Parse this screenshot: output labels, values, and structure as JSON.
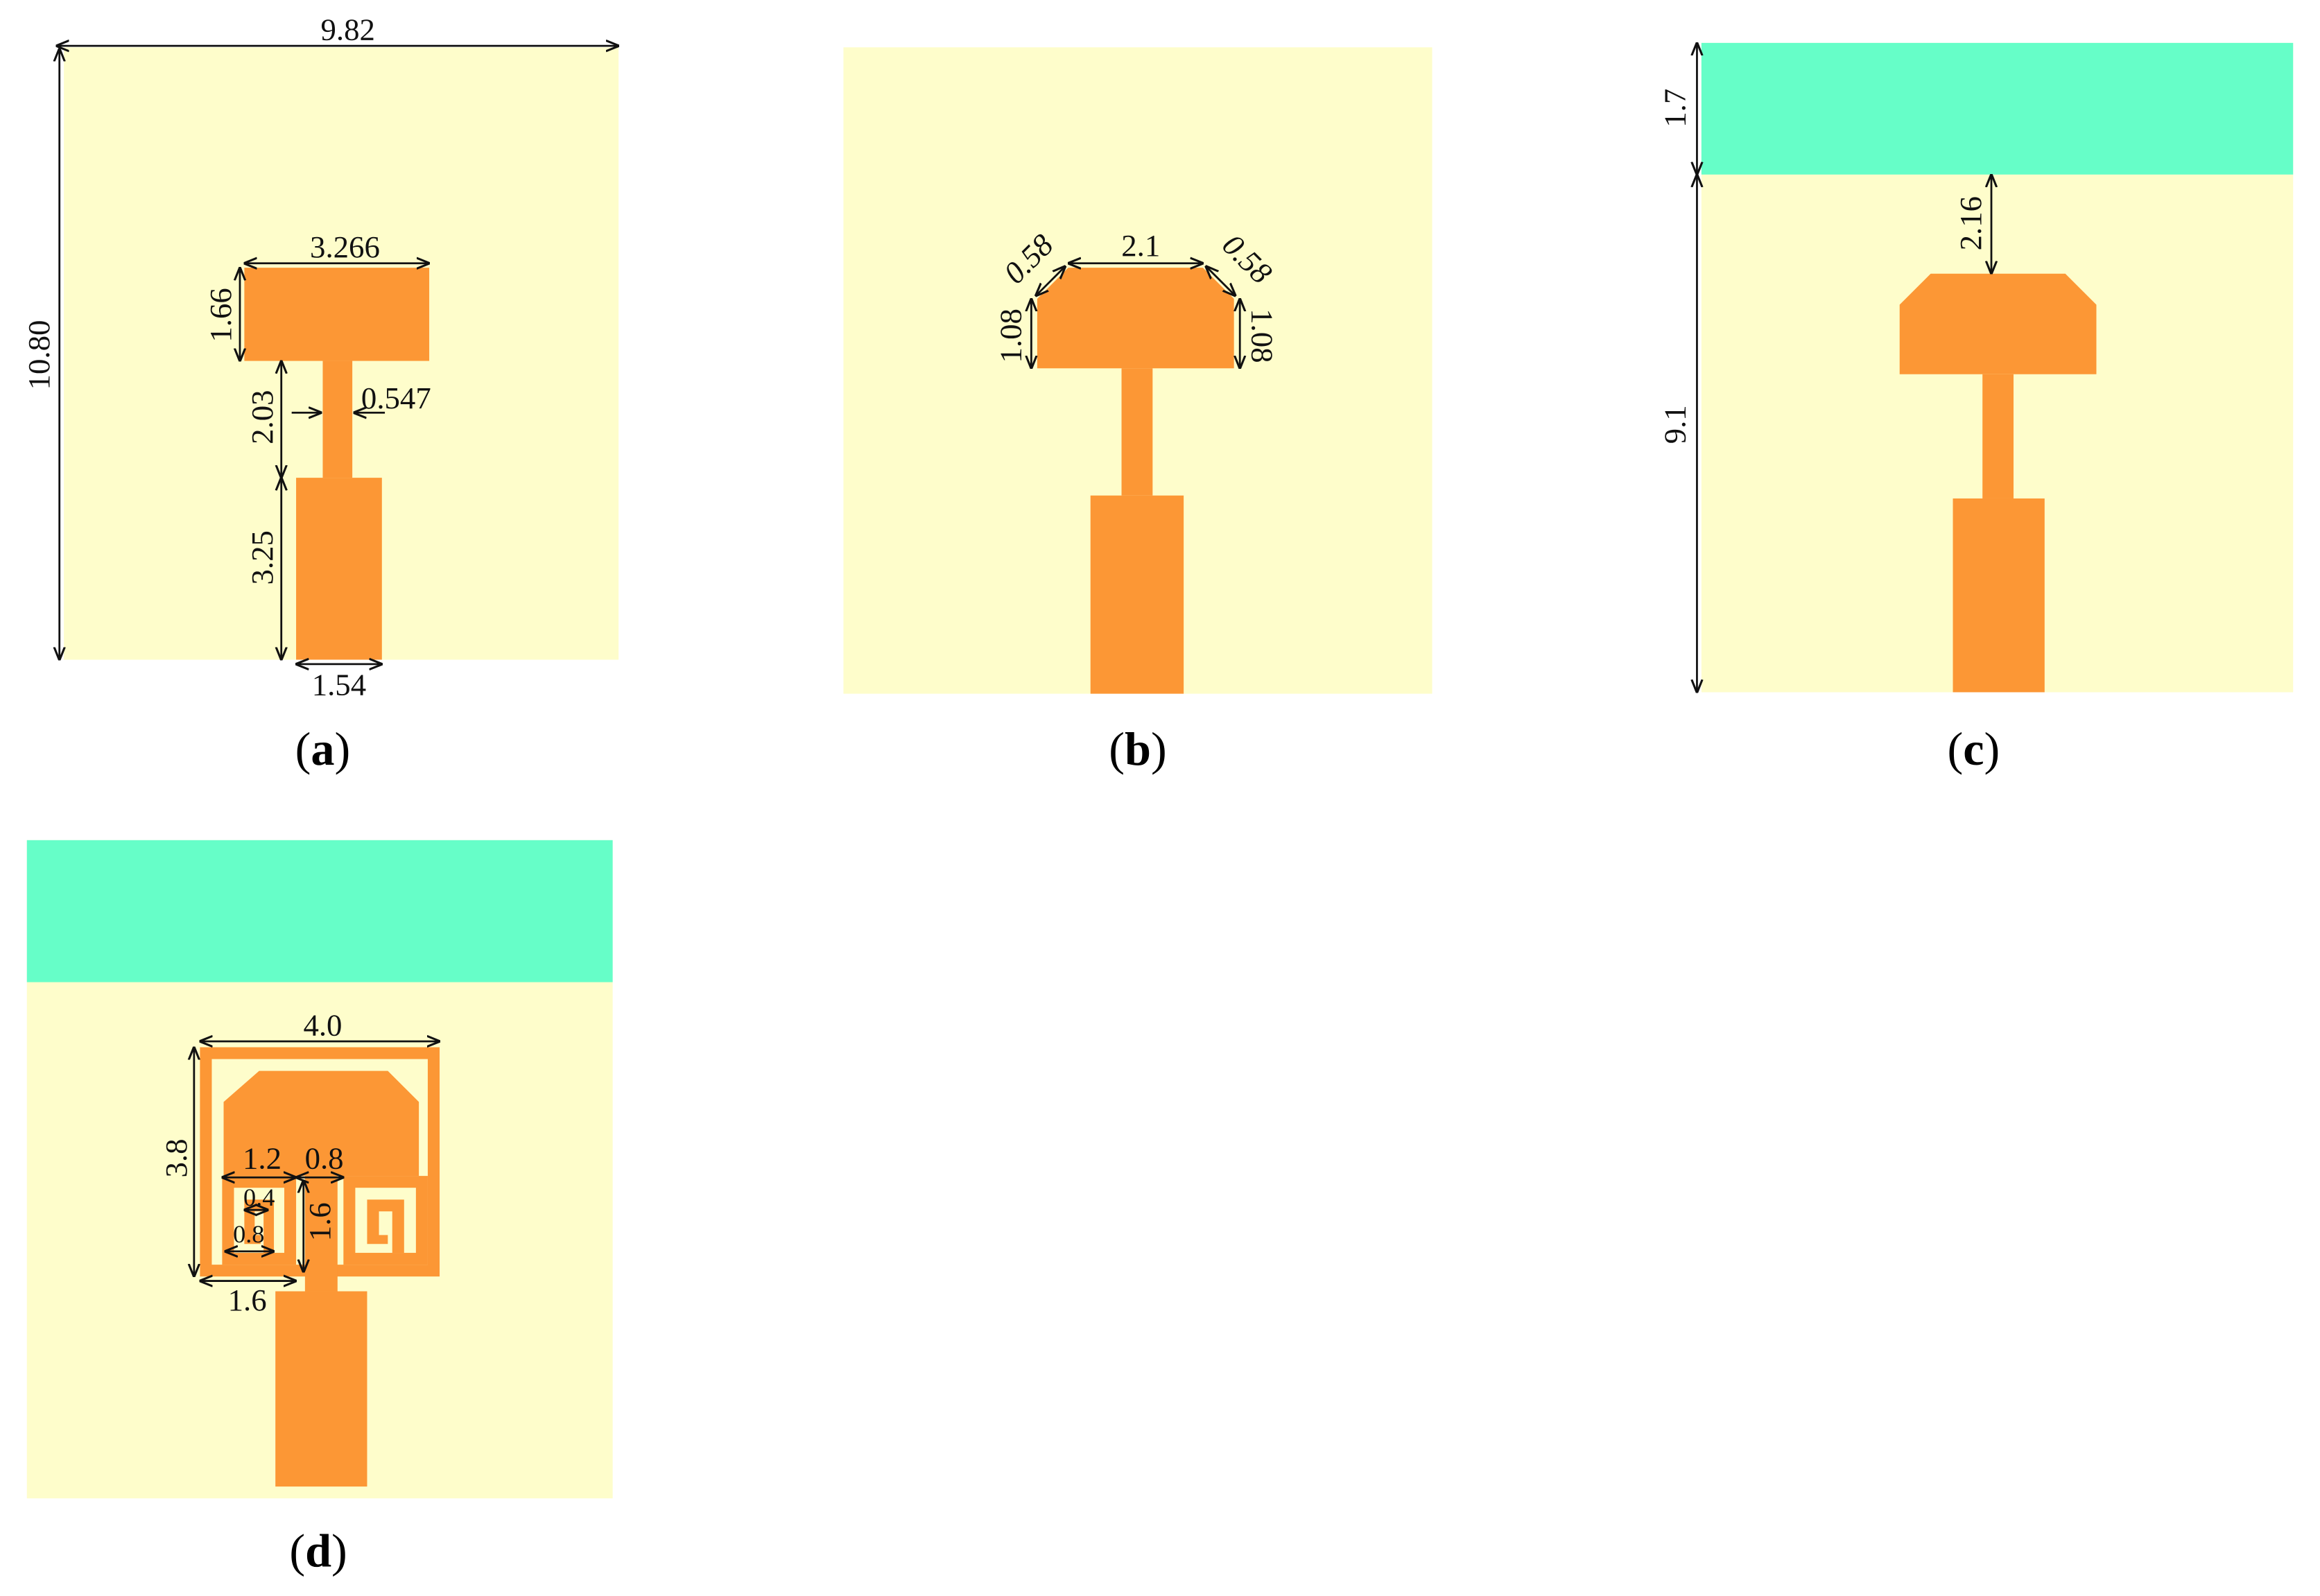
{
  "colors": {
    "substrate": "#fefdcb",
    "patch": "#fc9735",
    "ground": "#66fec8",
    "slot": "#fefdcb",
    "dimension_line": "#111111"
  },
  "panels": [
    {
      "id": "a",
      "caption": {
        "open": "(",
        "letter": "a",
        "close": ")"
      },
      "dimensions": {
        "substrate_width": "9.82",
        "substrate_length": "10.80",
        "patch_width": "3.266",
        "patch_length": "1.66",
        "stub_length": "2.03",
        "stub_width": "0.547",
        "feed_length": "3.25",
        "feed_width": "1.54"
      }
    },
    {
      "id": "b",
      "caption": {
        "open": "(",
        "letter": "b",
        "close": ")"
      },
      "dimensions": {
        "top_edge": "2.1",
        "chamfer_left": "0.58",
        "chamfer_right": "0.58",
        "side_left": "1.08",
        "side_right": "1.08"
      }
    },
    {
      "id": "c",
      "caption": {
        "open": "(",
        "letter": "c",
        "close": ")"
      },
      "dimensions": {
        "ground_length": "1.7",
        "gap": "2.16",
        "substrate_rest": "9.1"
      }
    },
    {
      "id": "d",
      "caption": {
        "open": "(",
        "letter": "d",
        "close": ")"
      },
      "dimensions": {
        "resonator_width": "4.0",
        "resonator_height": "3.8",
        "inner_left_width": "1.2",
        "inner_gap": "0.8",
        "arm_width": "0.4",
        "spiral_length": "1.6",
        "inner_square": "0.8",
        "bottom_width": "1.6"
      }
    }
  ]
}
